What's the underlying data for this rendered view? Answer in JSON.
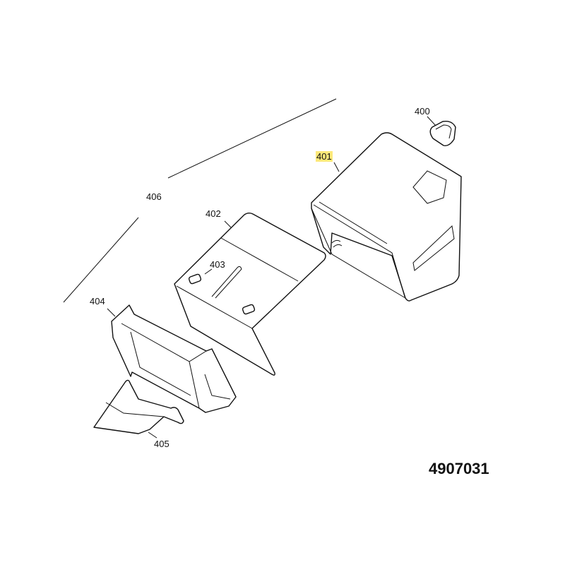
{
  "diagram": {
    "part_labels": [
      {
        "id": "400",
        "text": "400"
      },
      {
        "id": "401",
        "text": "401",
        "highlighted": true
      },
      {
        "id": "402",
        "text": "402"
      },
      {
        "id": "403",
        "text": "403"
      },
      {
        "id": "404",
        "text": "404"
      },
      {
        "id": "405",
        "text": "405"
      },
      {
        "id": "406",
        "text": "406"
      }
    ],
    "drawing_number": "4907031",
    "highlight_color": "#fde97a"
  }
}
